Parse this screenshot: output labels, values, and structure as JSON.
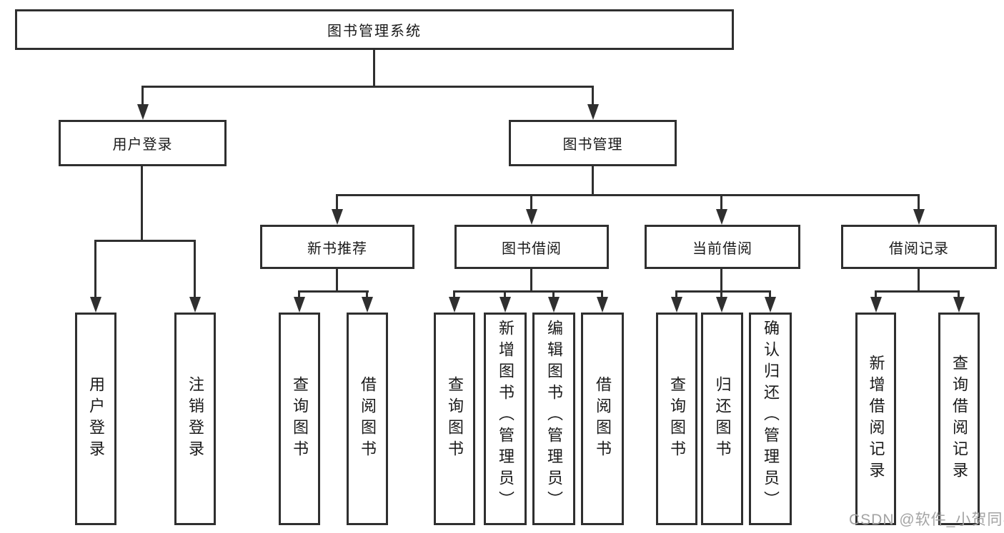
{
  "diagram": {
    "root": {
      "label": "图书管理系统"
    },
    "level2": [
      {
        "id": "user-login",
        "label": "用户登录"
      },
      {
        "id": "book-management",
        "label": "图书管理"
      }
    ],
    "level3": [
      {
        "id": "new-book-recommend",
        "parent": "图书管理",
        "label": "新书推荐"
      },
      {
        "id": "book-borrow",
        "parent": "图书管理",
        "label": "图书借阅"
      },
      {
        "id": "current-borrow",
        "parent": "图书管理",
        "label": "当前借阅"
      },
      {
        "id": "borrow-records",
        "parent": "图书管理",
        "label": "借阅记录"
      }
    ],
    "level4": [
      {
        "parent": "用户登录",
        "label": "用户登录"
      },
      {
        "parent": "用户登录",
        "label": "注销登录"
      },
      {
        "parent": "新书推荐",
        "label": "查询图书"
      },
      {
        "parent": "新书推荐",
        "label": "借阅图书"
      },
      {
        "parent": "图书借阅",
        "label": "查询图书"
      },
      {
        "parent": "图书借阅",
        "label": "新增图书（管理员）"
      },
      {
        "parent": "图书借阅",
        "label": "编辑图书（管理员）"
      },
      {
        "parent": "图书借阅",
        "label": "借阅图书"
      },
      {
        "parent": "当前借阅",
        "label": "查询图书"
      },
      {
        "parent": "当前借阅",
        "label": "归还图书"
      },
      {
        "parent": "当前借阅",
        "label": "确认归还（管理员）"
      },
      {
        "parent": "借阅记录",
        "label": "新增借阅记录"
      },
      {
        "parent": "借阅记录",
        "label": "查询借阅记录"
      }
    ]
  },
  "watermark": {
    "text": "CSDN @软件_小贺同学"
  },
  "colors": {
    "line": "#2f2f2f",
    "text": "#1a1a1a",
    "watermark": "#a3a3a3",
    "background": "#ffffff"
  }
}
